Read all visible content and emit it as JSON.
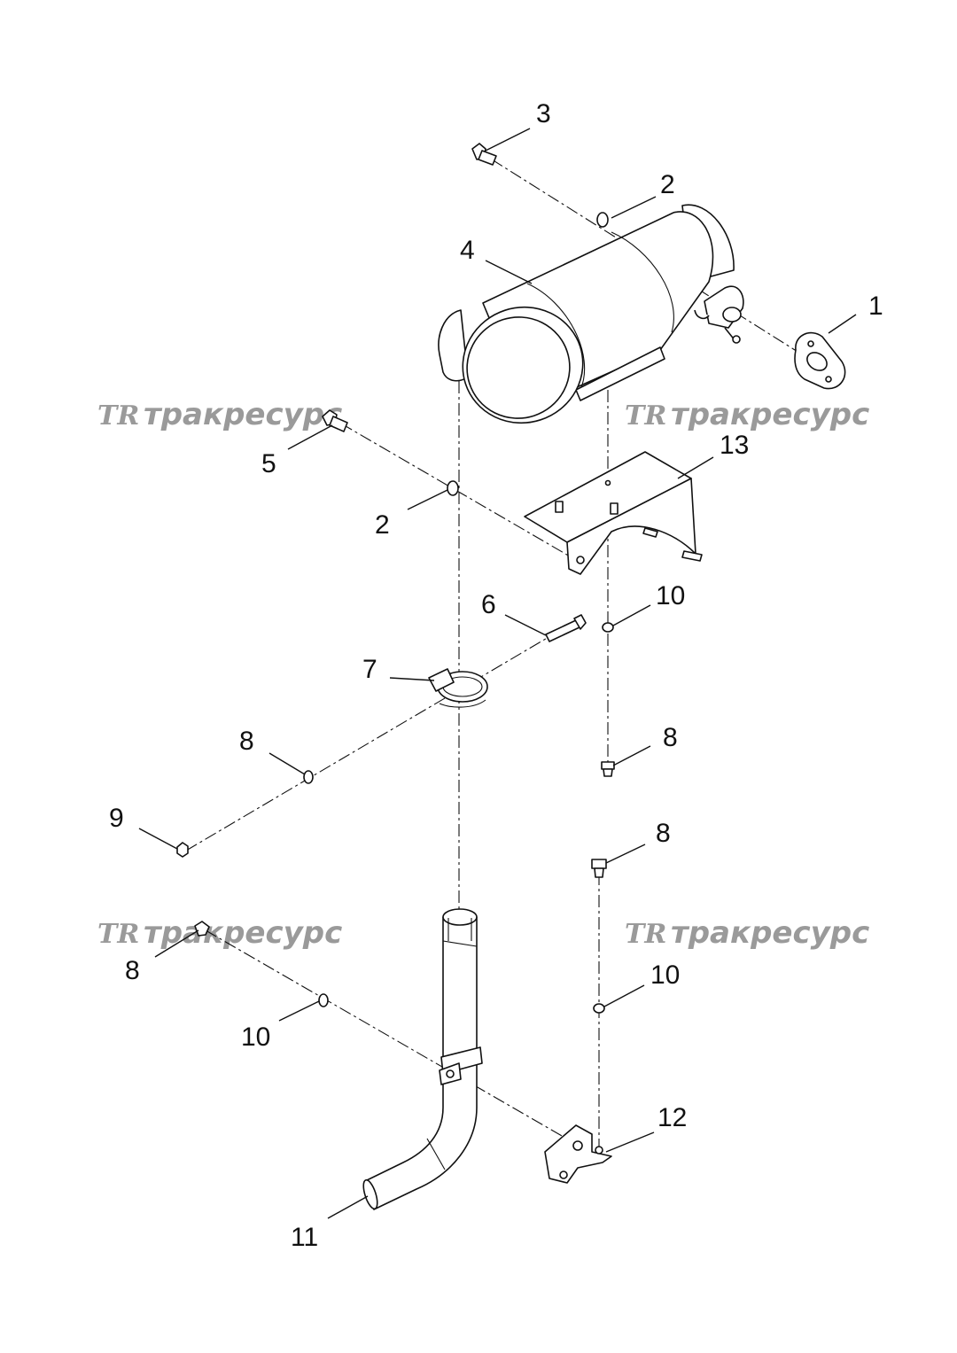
{
  "watermark": {
    "logo": "TR",
    "text": "тракресурс"
  },
  "callouts": {
    "c1": "1",
    "c2a": "2",
    "c2b": "2",
    "c3": "3",
    "c4": "4",
    "c5": "5",
    "c6": "6",
    "c7": "7",
    "c8a": "8",
    "c8b": "8",
    "c8c": "8",
    "c8d": "8",
    "c9": "9",
    "c10a": "10",
    "c10b": "10",
    "c10c": "10",
    "c11": "11",
    "c12": "12",
    "c13": "13"
  }
}
